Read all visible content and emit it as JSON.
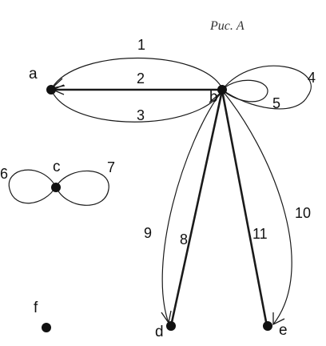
{
  "figure": {
    "caption": "Рис. A"
  },
  "vertices": [
    {
      "id": "a",
      "label": "a"
    },
    {
      "id": "b",
      "label": "b"
    },
    {
      "id": "c",
      "label": "c"
    },
    {
      "id": "d",
      "label": "d"
    },
    {
      "id": "e",
      "label": "e"
    },
    {
      "id": "f",
      "label": "f"
    }
  ],
  "edges": [
    {
      "id": "1",
      "label": "1",
      "from": "b",
      "to": "a",
      "directed": true
    },
    {
      "id": "2",
      "label": "2",
      "from": "b",
      "to": "a",
      "directed": true
    },
    {
      "id": "3",
      "label": "3",
      "from": "a",
      "to": "b",
      "directed": true
    },
    {
      "id": "4",
      "label": "4",
      "from": "b",
      "to": "b",
      "directed": false
    },
    {
      "id": "5",
      "label": "5",
      "from": "b",
      "to": "b",
      "directed": false
    },
    {
      "id": "6",
      "label": "6",
      "from": "c",
      "to": "c",
      "directed": false
    },
    {
      "id": "7",
      "label": "7",
      "from": "c",
      "to": "c",
      "directed": false
    },
    {
      "id": "8",
      "label": "8",
      "from": "b",
      "to": "d",
      "directed": false
    },
    {
      "id": "9",
      "label": "9",
      "from": "b",
      "to": "d",
      "directed": true
    },
    {
      "id": "10",
      "label": "10",
      "from": "b",
      "to": "e",
      "directed": true
    },
    {
      "id": "11",
      "label": "11",
      "from": "b",
      "to": "e",
      "directed": false
    }
  ]
}
